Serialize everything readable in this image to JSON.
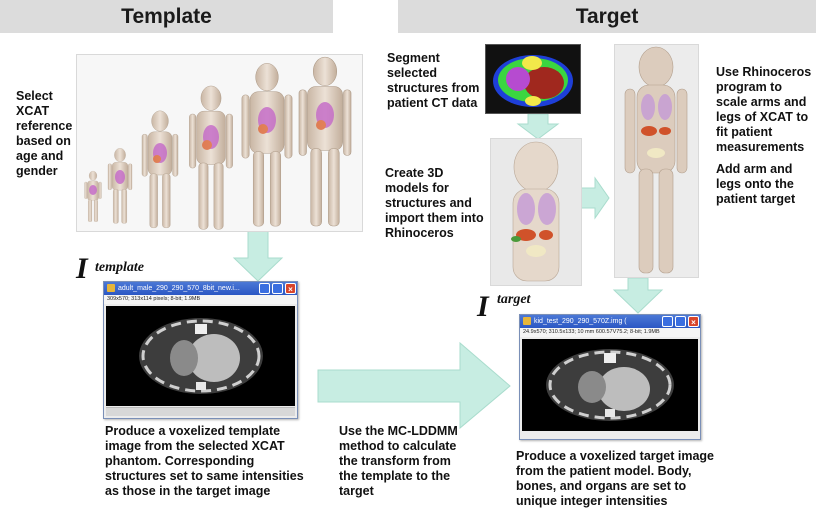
{
  "headers": {
    "template": "Template",
    "target": "Target"
  },
  "steps": {
    "select_xcat": [
      "Select",
      "XCAT",
      "reference",
      "based on",
      "age and",
      "gender"
    ],
    "segment": [
      "Segment",
      "selected",
      "structures from",
      "patient CT data"
    ],
    "create_models": [
      "Create 3D",
      "models for",
      "structures and",
      "import them into",
      "Rhinoceros"
    ],
    "use_rhino": [
      "Use Rhinoceros",
      "program to",
      "scale arms and",
      "legs of XCAT to",
      "fit patient",
      "measurements"
    ],
    "add_arms": [
      "Add arm and",
      "legs onto the",
      "patient target"
    ],
    "produce_template": [
      "Produce a voxelized template",
      "image from the selected XCAT",
      "phantom. Corresponding",
      "structures set to same intensities",
      "as those in the target image"
    ],
    "mc_lddmm": [
      "Use the MC-LDDMM",
      "method to calculate",
      "the transform from",
      "the template to the",
      "target"
    ],
    "produce_target": [
      "Produce a voxelized target image",
      "from the patient model. Body,",
      "bones, and organs are set to",
      "unique integer intensities"
    ]
  },
  "labels": {
    "i_letter": "I",
    "template_sub": "template",
    "target_sub": "target"
  },
  "windows": {
    "template": {
      "title": "adult_male_290_290_570_8bit_new.i...",
      "info": "309x570; 313x114 pixels; 8-bit; 1.9MB"
    },
    "target": {
      "title": "kid_test_290_290_570Z.img (",
      "info": "24.9x570; 310.5x133; 10 mm 600.57V75.2; 8-bit; 1.9MB"
    }
  },
  "colors": {
    "arrow": "#c7ede2",
    "arrow_stroke": "#a9dccd",
    "header_bg": "#dcdcdc",
    "window_title": "#2b57c4"
  }
}
